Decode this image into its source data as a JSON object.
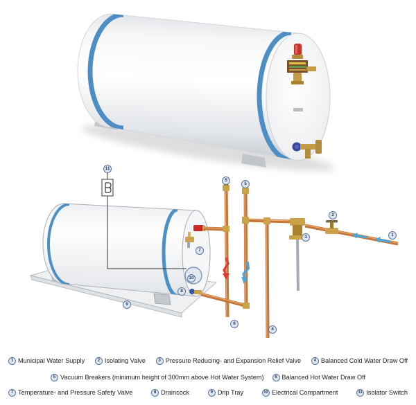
{
  "legend": {
    "items": [
      {
        "num": "1",
        "label": "Municipal Water Supply"
      },
      {
        "num": "2",
        "label": "Isolating Valve"
      },
      {
        "num": "3",
        "label": "Pressure Reducing- and Expansion Relief Valve"
      },
      {
        "num": "4",
        "label": "Balanced Cold Water Draw Off"
      },
      {
        "num": "5",
        "label": "Vacuum Breakers (minimum height of 300mm above Hot Water System)"
      },
      {
        "num": "6",
        "label": "Balanced Hot Water Draw Off"
      },
      {
        "num": "7",
        "label": "Temperature- and Pressure Safety Valve"
      },
      {
        "num": "8",
        "label": "Draincock"
      },
      {
        "num": "9",
        "label": "Drip Tray"
      },
      {
        "num": "10",
        "label": "Electrical Compartment"
      },
      {
        "num": "11",
        "label": "Isolator Switch"
      }
    ]
  },
  "colors": {
    "tank_band": "#4d8fc4",
    "copper_pipe": "#c47538",
    "hot_flow_arrow": "#e03b2b",
    "cold_flow_arrow": "#4aa6dc",
    "callout_fill": "#dbe6f3",
    "callout_border": "#5d7396"
  }
}
